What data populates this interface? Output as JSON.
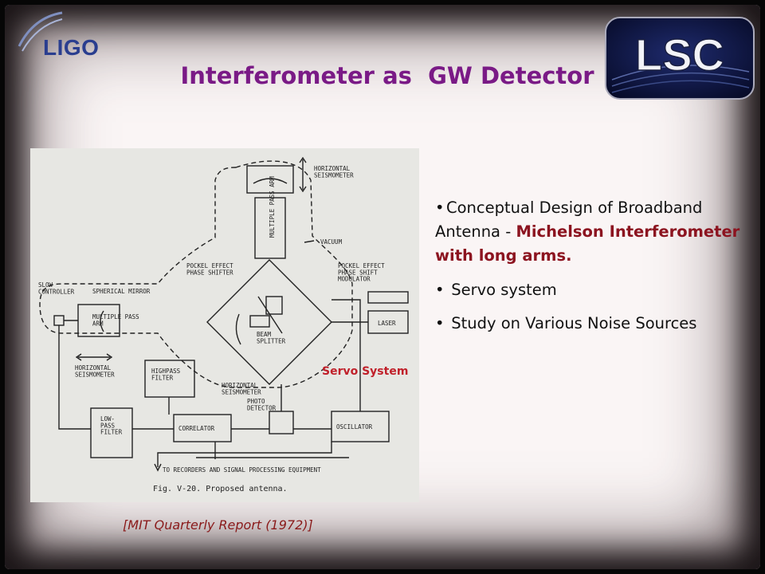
{
  "logos": {
    "ligo": "LIGO",
    "lsc": "LSC"
  },
  "title": "Interferometer as  GW Detector",
  "figure": {
    "labels": {
      "horizontal_seismometer_top": "HORIZONTAL\nSEISMOMETER",
      "multiple_pass_arm_top": "MULTIPLE PASS ARM",
      "vacuum": "VACUUM",
      "pockel_effect_phase_shifter": "POCKEL EFFECT\nPHASE SHIFTER",
      "pockel_effect_modulator": "POCKEL EFFECT\nPHASE SHIFT\nMODULATOR",
      "slow_controller": "SLOW\nCONTROLLER",
      "spherical_mirror": "SPHERICAL MIRROR",
      "multiple_pass_arm_left": "MULTIPLE PASS\nARM",
      "laser": "LASER",
      "beam_splitter": "BEAM\nSPLITTER",
      "horizontal_seismometer_left": "HORIZONTAL\nSEISMOMETER",
      "highpass_filter": "HIGHPASS\nFILTER",
      "horizontal_seismometer_bottom": "HORIZONTAL\nSEISMOMETER",
      "photo_detector": "PHOTO\nDETECTOR",
      "lowpass_filter": "LOW-\nPASS\nFILTER",
      "correlator": "CORRELATOR",
      "oscillator": "OSCILLATOR",
      "recorders": "TO RECORDERS AND SIGNAL PROCESSING EQUIPMENT",
      "fig_caption": "Fig. V-20.   Proposed antenna."
    }
  },
  "servo_callout": "Servo System",
  "caption": "[MIT Quarterly Report (1972)]",
  "bullets": [
    {
      "bullet": "•",
      "text": "Conceptual Design of Broadband Antenna - ",
      "highlight": "Michelson Interferometer with long arms."
    },
    {
      "bullet": "•",
      "text": " Servo system",
      "highlight": ""
    },
    {
      "bullet": "•",
      "text": " Study on Various Noise Sources",
      "highlight": ""
    }
  ],
  "colors": {
    "title": "#7a1a86",
    "highlight": "#8c1420",
    "callout": "#c0202a",
    "ligo": "#2a3e8f"
  }
}
